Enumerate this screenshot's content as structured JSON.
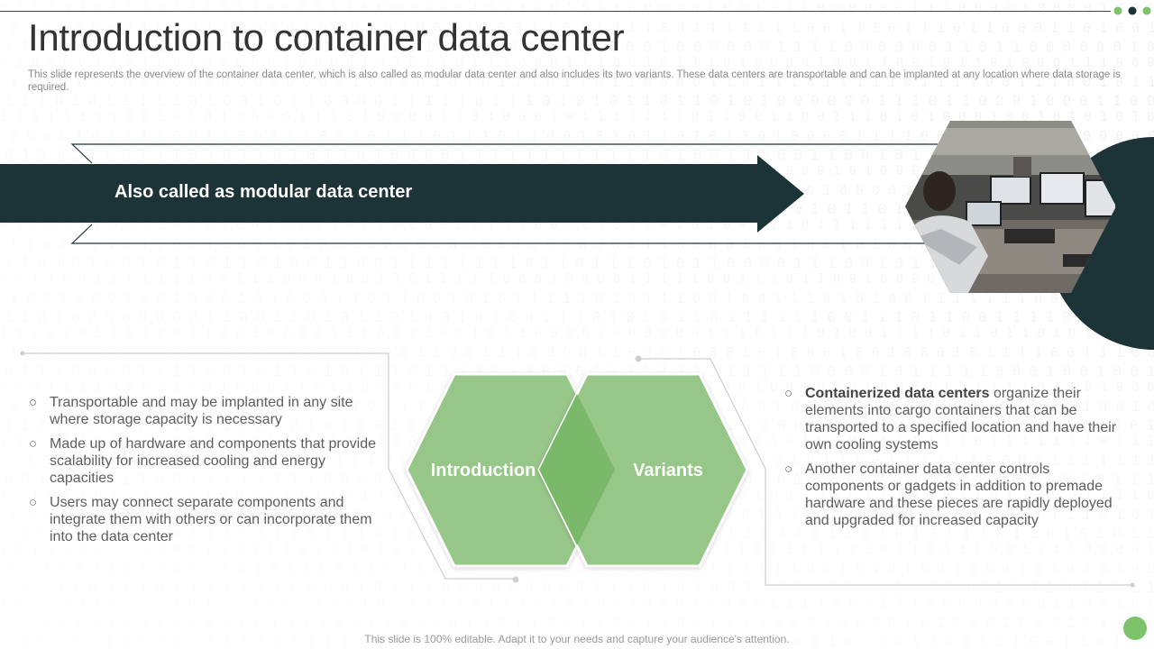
{
  "slide": {
    "title": "Introduction to container data center",
    "subtitle": "This slide represents the overview of the container data center, which is also called as modular data center and also includes its two variants. These data centers are transportable and can be implanted at any location where data storage is required.",
    "banner_text": "Also called as modular data center",
    "hexagons": {
      "left_label": "Introduction",
      "right_label": "Variants"
    },
    "left_points": [
      {
        "text": "Transportable and may be implanted in any site where storage capacity is necessary"
      },
      {
        "text": "Made up of hardware and components that provide scalability for increased cooling and energy capacities"
      },
      {
        "text": "Users may connect separate components and integrate them with others or can incorporate them into the data center"
      }
    ],
    "right_points": [
      {
        "bold": "Containerized data centers",
        "text": " organize their elements into cargo containers that can be transported to a specified location and have their own cooling systems"
      },
      {
        "bold": "",
        "text": "Another container data center controls components or gadgets in addition to premade hardware and these pieces are rapidly deployed and upgraded for increased capacity"
      }
    ],
    "bullet_glyph": "○",
    "footer": "This slide is 100% editable. Adapt it to your needs and capture your audience's attention.",
    "image_icon": "office-workers-photo-icon"
  },
  "colors": {
    "dark_teal": "#1c3338",
    "green_light": "#97c788",
    "green_dark": "#7ab86a",
    "accent_green": "#7dc36a",
    "text_gray": "#5e5e5e"
  }
}
